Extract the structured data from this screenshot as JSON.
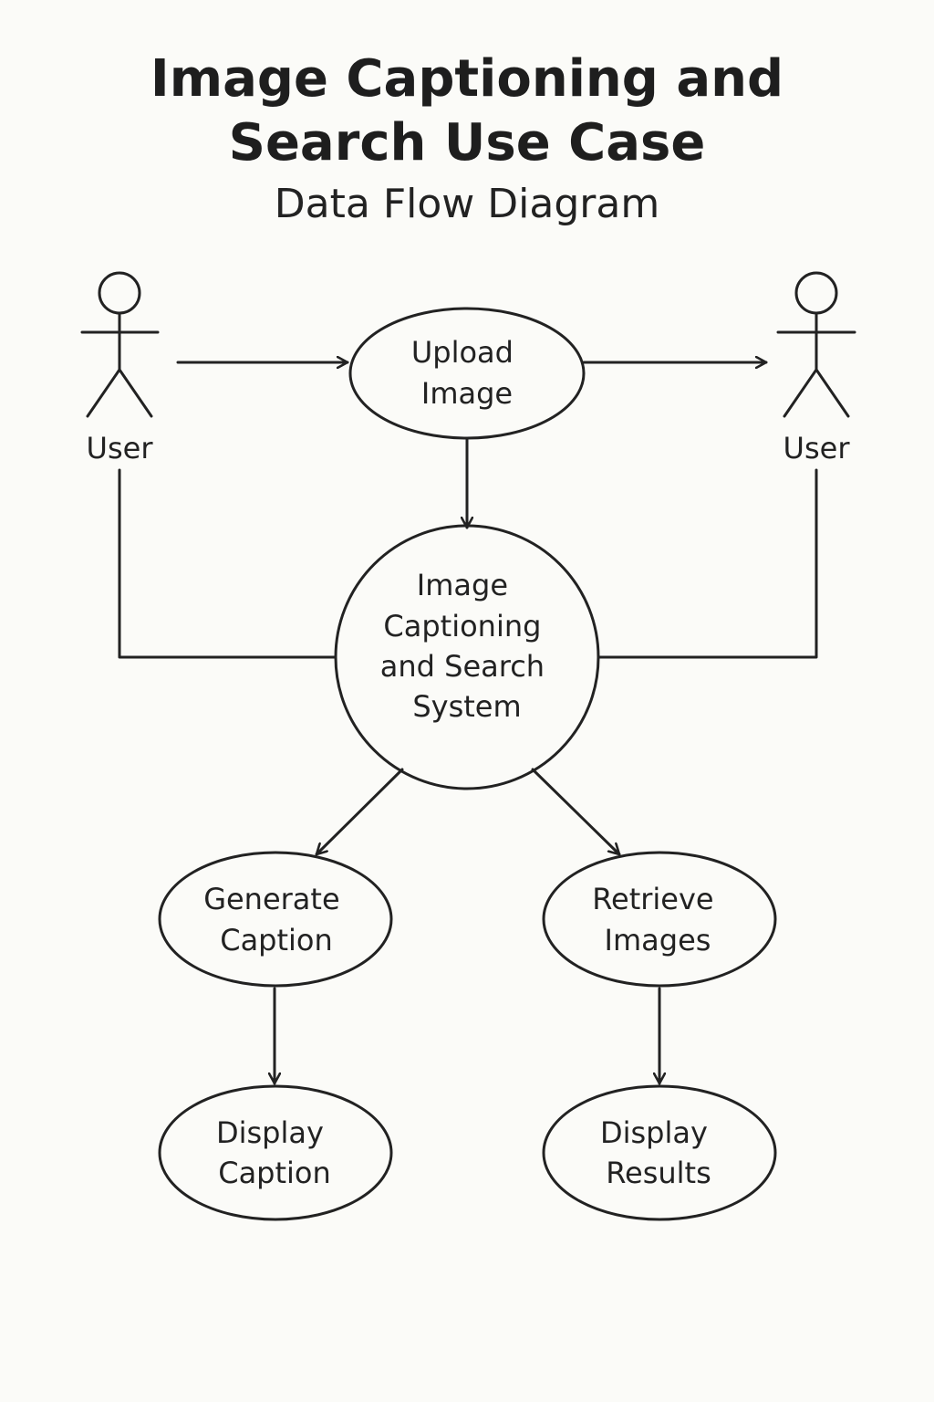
{
  "header": {
    "title": "Image Captioning and Search Use Case",
    "subtitle": "Data Flow Diagram"
  },
  "actors": {
    "left": {
      "label": "User"
    },
    "right": {
      "label": "User"
    }
  },
  "processes": {
    "upload_image": [
      "Upload",
      "Image"
    ],
    "system": [
      "Image",
      "Captioning",
      "and Search",
      "System"
    ],
    "generate_caption": [
      "Generate",
      "Caption"
    ],
    "retrieve_images": [
      "Retrieve",
      "Images"
    ],
    "display_caption": [
      "Display",
      "Caption"
    ],
    "display_results": [
      "Display",
      "Results"
    ]
  },
  "colors": {
    "background": "#fbfbf8",
    "stroke": "#222222"
  }
}
